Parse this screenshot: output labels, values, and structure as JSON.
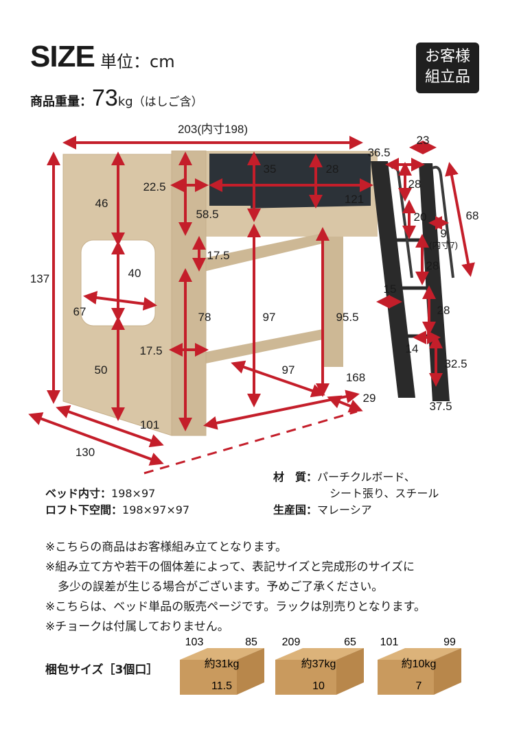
{
  "header": {
    "title": "SIZE",
    "unit_label": "単位：cm",
    "badge_line1": "お客様",
    "badge_line2": "組立品",
    "weight_label": "商品重量：",
    "weight_value": "73",
    "weight_unit": "kg",
    "weight_note": "（はしご含）"
  },
  "dimensions": {
    "width_top": "203(内寸198)",
    "ladder_top_width": "23",
    "ladder_offset": "36.5",
    "panel_height": "35",
    "panel_right_height": "28",
    "left_gap": "22.5",
    "panel_width": "121",
    "guard_height": "46",
    "rail_offset": "58.5",
    "rail_gap": "17.5",
    "left_opening": "40",
    "left_width": "67",
    "under_height": "78",
    "center_height": "97",
    "right_height": "95.5",
    "left_lower": "50",
    "lower_gap": "17.5",
    "total_height": "137",
    "ladder_step1": "28",
    "ladder_inner": "20",
    "ladder_step2": "28",
    "ladder_gap": "9",
    "ladder_gap_inner": "(内寸7)",
    "ladder_width": "15",
    "ladder_step3": "28",
    "ladder_step4": "14",
    "ladder_bottom": "32.5",
    "ladder_height": "68",
    "depth_inner": "97",
    "length_168": "168",
    "ladder_depth": "29",
    "ladder_base": "37.5",
    "depth_101": "101",
    "depth_130": "130"
  },
  "specs": {
    "inner_label": "ベッド内寸：",
    "inner_value": "198×97",
    "loft_label": "ロフト下空間：",
    "loft_value": "198×97×97",
    "material_label": "材　質：",
    "material_value1": "パーチクルボード、",
    "material_value2": "シート張り、スチール",
    "origin_label": "生産国：",
    "origin_value": "マレーシア"
  },
  "notes": {
    "line1": "※こちらの商品はお客様組み立てとなります。",
    "line2": "※組み立て方や若干の個体差によって、表記サイズと完成形のサイズに",
    "line3": "多少の誤差が生じる場合がございます。予めご了承ください。",
    "line4": "※こちらは、ベッド単品の販売ページです。ラックは別売りとなります。",
    "line5": "※チョークは付属しておりません。"
  },
  "packages": {
    "label": "梱包サイズ［3個口］",
    "items": [
      {
        "length": "103",
        "width": "85",
        "weight": "約31kg",
        "height": "11.5"
      },
      {
        "length": "209",
        "width": "65",
        "weight": "約37kg",
        "height": "10"
      },
      {
        "length": "101",
        "width": "99",
        "weight": "約10kg",
        "height": "7"
      }
    ]
  },
  "colors": {
    "wood": "#d9c6a6",
    "wood_dark": "#c7b08c",
    "panel": "#2c3238",
    "arrow": "#c41e2a",
    "box": "#c99a5e"
  }
}
